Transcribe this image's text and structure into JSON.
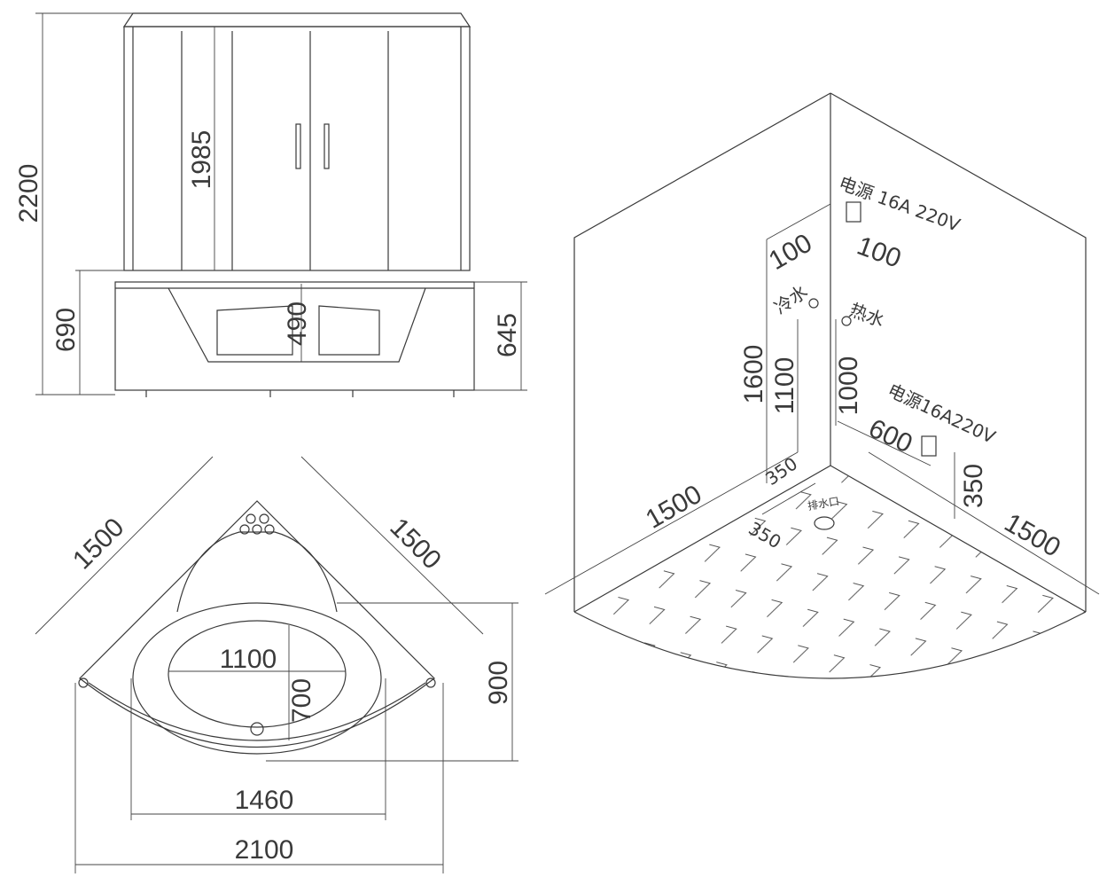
{
  "front_view": {
    "height_total": "2200",
    "glass_height": "1985",
    "base_height": "690",
    "apron_inner": "490",
    "apron_height": "645"
  },
  "plan_view": {
    "side_left": "1500",
    "side_right": "1500",
    "basin_length": "1100",
    "basin_width": "700",
    "depth": "900",
    "inner_width": "1460",
    "overall_width": "2100"
  },
  "room_view": {
    "power_top": "电源 16A 220V",
    "offset_a": "100",
    "offset_b": "100",
    "cold_water": "冷水",
    "hot_water": "热水",
    "h_power": "1600",
    "h_cold": "1100",
    "h_hot": "1000",
    "power_bottom": "电源16A220V",
    "dist_600": "600",
    "h_350_right": "350",
    "dist_350_left": "350",
    "dist_350_drain": "350",
    "drain": "排水口",
    "wall_left": "1500",
    "wall_right": "1500"
  }
}
